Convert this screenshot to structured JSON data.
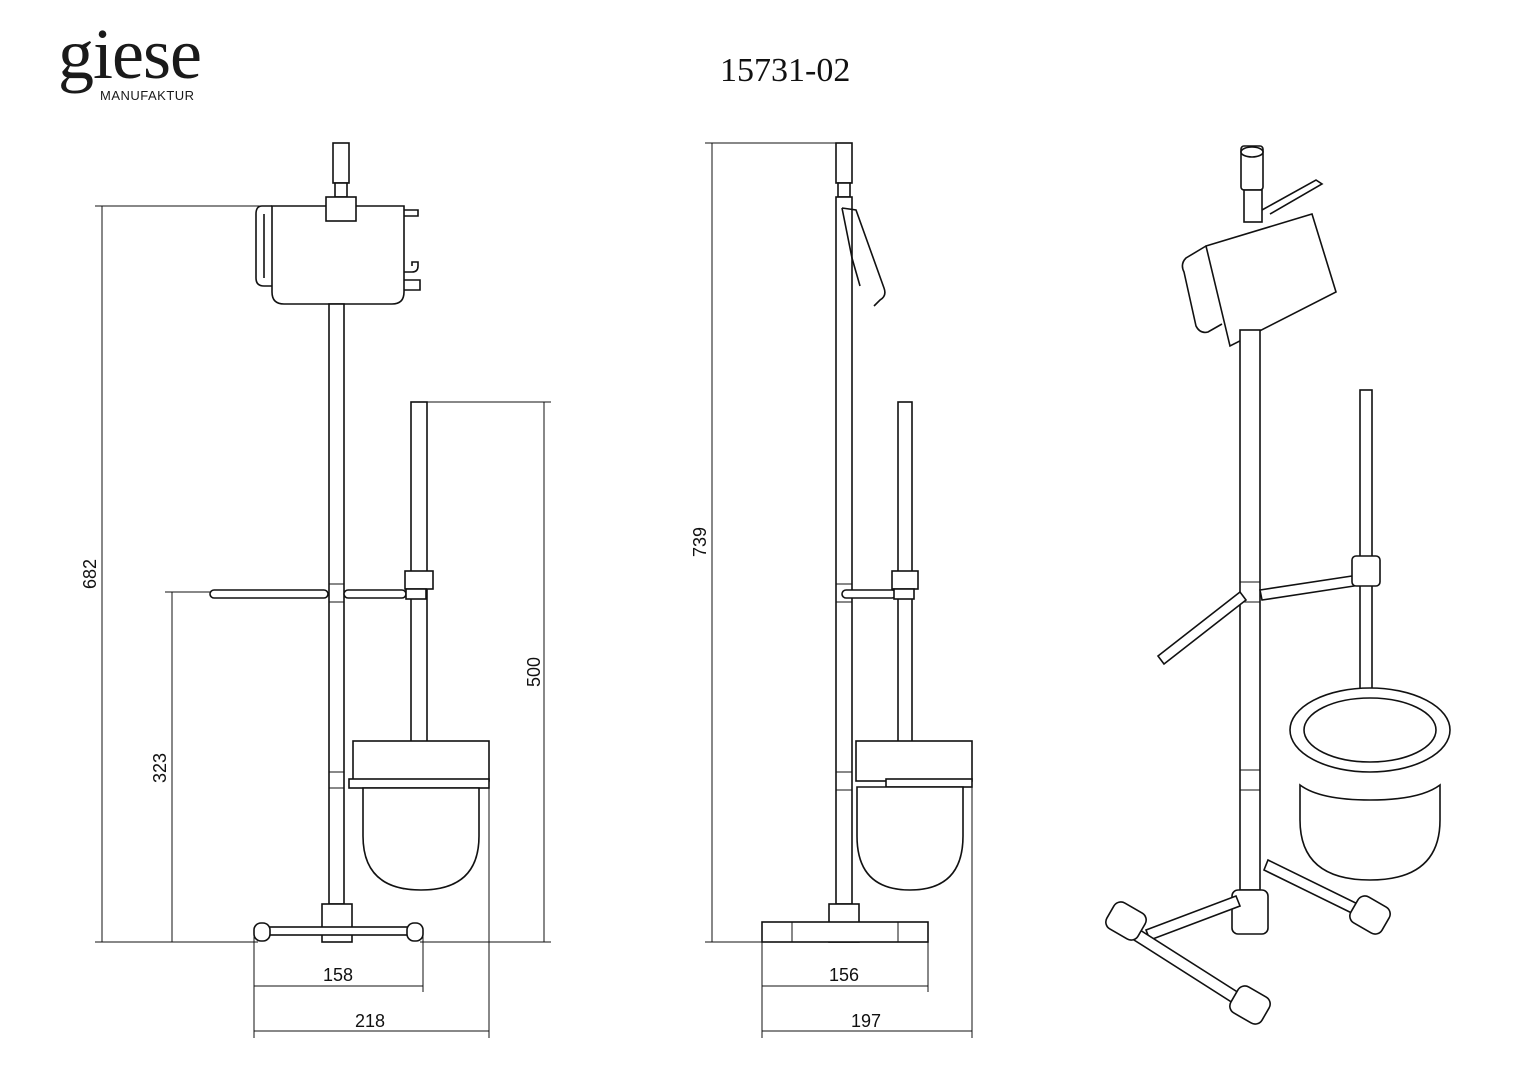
{
  "logo": {
    "word": "giese",
    "sub": "MANUFAKTUR"
  },
  "part_number": "15731-02",
  "front_view": {
    "dim_total_height": "682",
    "dim_arm_height": "323",
    "dim_brush_height": "500",
    "dim_foot_width": "158",
    "dim_total_width": "218"
  },
  "side_view": {
    "dim_total_height": "739",
    "dim_foot_width": "156",
    "dim_total_width": "197"
  }
}
